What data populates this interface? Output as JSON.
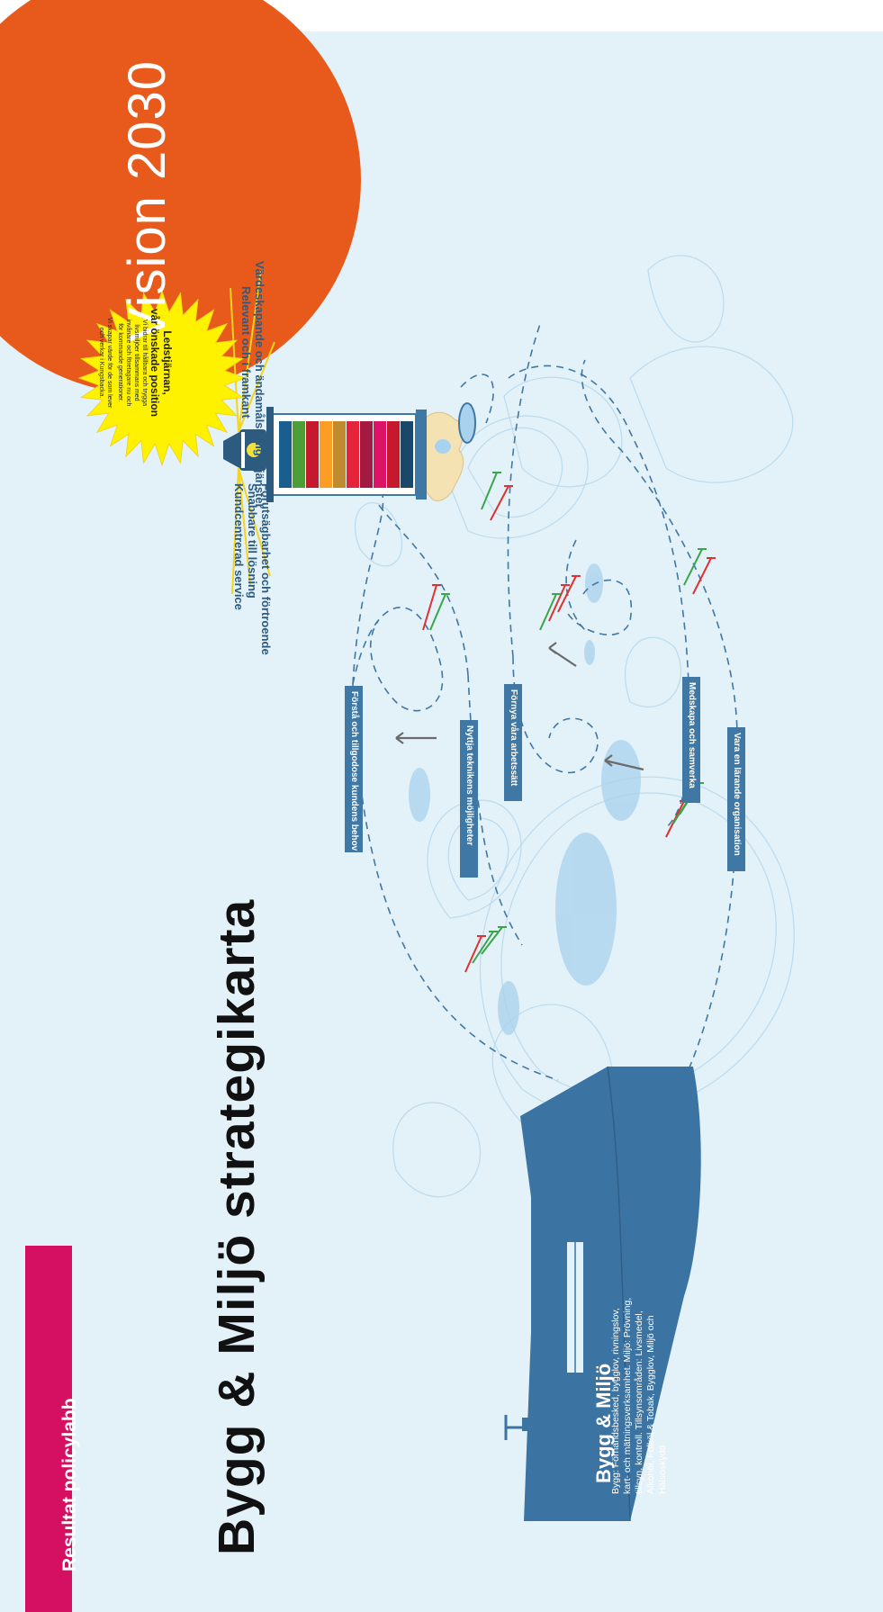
{
  "header": {
    "tag_label": "Resultat policylabb",
    "title": "Bygg & Miljö strategikarta"
  },
  "vision": {
    "label": "Vision 2030"
  },
  "lighthouse": {
    "sun_title_line1": "Ledstjärnan,",
    "sun_title_line2": "vår önskade position",
    "sun_text": [
      "Vi bidrar till hållbara och trygga",
      "livsmiljöer tillsammans med",
      "invånare och företagare nu och",
      "för kommande generationer.",
      "Vi skapar värde för de som lever",
      "och verkar i Kungsbacka."
    ],
    "left_beams": [
      "Kundcentrerad service",
      "Snabbare till lösning",
      "Förutsägbarhet och förtroende"
    ],
    "right_beams": [
      "Relevant och i framkant",
      "Värdeskapande och ändamålsenliga tjänster"
    ]
  },
  "goals": [
    "Förstå och tillgodose kundens behov",
    "Nyttja teknikens möjligheter",
    "Förnya våra arbetssätt",
    "Medskapa och samverka",
    "Vara en lärande organisation"
  ],
  "ship": {
    "title": "Bygg & Miljö",
    "desc": "Bygg: Förhandsbesked, bygglov, rivningslov, kart- och mätningsverksamhet. Miljö: Prövning, tillsyn, kontroll. Tillsynsområden: Livsmedel, Alkohol, Folköl & Tobak, Bygglov, Miljö och Hälsoskydd"
  },
  "colors": {
    "sea": "#e3f1f9",
    "sun_orange": "#e85a1b",
    "label_blue": "#3f78a5",
    "ship_blue": "#3b74a3",
    "tag_pink": "#d50f62",
    "sun_yellow": "#fff200",
    "flag_red": "#e03030",
    "flag_green": "#3aa64a"
  }
}
